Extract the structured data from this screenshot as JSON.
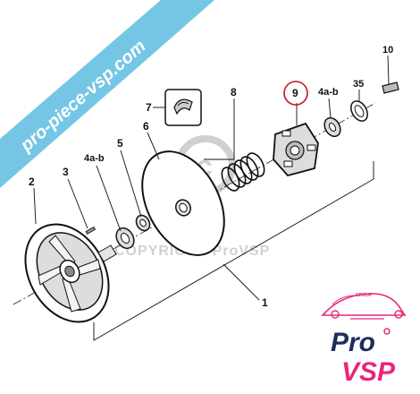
{
  "watermark": {
    "banner_text": "pro-piece-vsp.com",
    "copyright_text": "COPYRIGHT ProVSP",
    "banner_color": "#6ec3e4"
  },
  "parts": {
    "p1": "1",
    "p2": "2",
    "p3": "3",
    "p4ab_left": "4a-b",
    "p5": "5",
    "p6": "6",
    "p7": "7",
    "p8": "8",
    "p9": "9",
    "p4ab_right": "4a-b",
    "p35": "35",
    "p10": "10"
  },
  "highlight_color": "#c0152a",
  "logo": {
    "group": "GROUP",
    "pro": "Pro",
    "vsp": "VSP",
    "pink": "#e6287a",
    "navy": "#1f2d5c"
  }
}
